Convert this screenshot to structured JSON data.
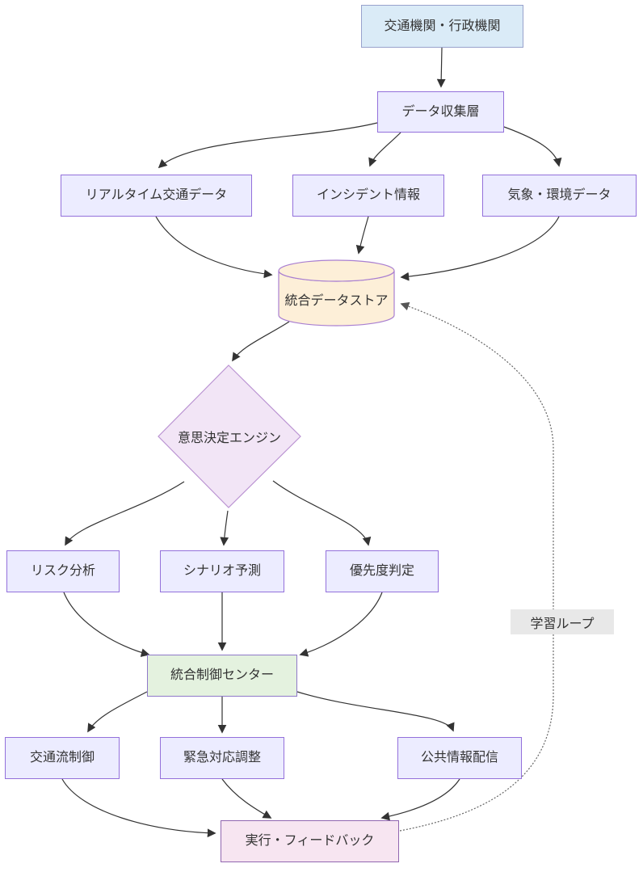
{
  "nodes": {
    "agency": {
      "label": "交通機関・行政機関",
      "fill": "#DAEBF7"
    },
    "collection": {
      "label": "データ収集層",
      "fill": "#ECECFF"
    },
    "realtime": {
      "label": "リアルタイム交通データ",
      "fill": "#ECECFF"
    },
    "incident": {
      "label": "インシデント情報",
      "fill": "#ECECFF"
    },
    "weather": {
      "label": "気象・環境データ",
      "fill": "#ECECFF"
    },
    "store": {
      "label": "統合データストア",
      "fill": "#FDEFD8",
      "shape": "cylinder"
    },
    "engine": {
      "label": "意思決定エンジン",
      "fill": "#F2E5F6",
      "shape": "diamond"
    },
    "risk": {
      "label": "リスク分析",
      "fill": "#ECECFF"
    },
    "scenario": {
      "label": "シナリオ予測",
      "fill": "#ECECFF"
    },
    "priority": {
      "label": "優先度判定",
      "fill": "#ECECFF"
    },
    "control": {
      "label": "統合制御センター",
      "fill": "#E4F2DF"
    },
    "traffic": {
      "label": "交通流制御",
      "fill": "#ECECFF"
    },
    "emergency": {
      "label": "緊急対応調整",
      "fill": "#ECECFF"
    },
    "publicinfo": {
      "label": "公共情報配信",
      "fill": "#ECECFF"
    },
    "exec": {
      "label": "実行・フィードバック",
      "fill": "#F7E5F1"
    }
  },
  "loop": {
    "label": "学習ループ"
  },
  "edges": [
    {
      "from": "交通機関・行政機関",
      "to": "データ収集層",
      "type": "solid"
    },
    {
      "from": "データ収集層",
      "to": "リアルタイム交通データ",
      "type": "solid"
    },
    {
      "from": "データ収集層",
      "to": "インシデント情報",
      "type": "solid"
    },
    {
      "from": "データ収集層",
      "to": "気象・環境データ",
      "type": "solid"
    },
    {
      "from": "リアルタイム交通データ",
      "to": "統合データストア",
      "type": "solid"
    },
    {
      "from": "インシデント情報",
      "to": "統合データストア",
      "type": "solid"
    },
    {
      "from": "気象・環境データ",
      "to": "統合データストア",
      "type": "solid"
    },
    {
      "from": "統合データストア",
      "to": "意思決定エンジン",
      "type": "solid"
    },
    {
      "from": "意思決定エンジン",
      "to": "リスク分析",
      "type": "solid"
    },
    {
      "from": "意思決定エンジン",
      "to": "シナリオ予測",
      "type": "solid"
    },
    {
      "from": "意思決定エンジン",
      "to": "優先度判定",
      "type": "solid"
    },
    {
      "from": "リスク分析",
      "to": "統合制御センター",
      "type": "solid"
    },
    {
      "from": "シナリオ予測",
      "to": "統合制御センター",
      "type": "solid"
    },
    {
      "from": "優先度判定",
      "to": "統合制御センター",
      "type": "solid"
    },
    {
      "from": "統合制御センター",
      "to": "交通流制御",
      "type": "solid"
    },
    {
      "from": "統合制御センター",
      "to": "緊急対応調整",
      "type": "solid"
    },
    {
      "from": "統合制御センター",
      "to": "公共情報配信",
      "type": "solid"
    },
    {
      "from": "交通流制御",
      "to": "実行・フィードバック",
      "type": "solid"
    },
    {
      "from": "緊急対応調整",
      "to": "実行・フィードバック",
      "type": "solid"
    },
    {
      "from": "公共情報配信",
      "to": "実行・フィードバック",
      "type": "solid"
    },
    {
      "from": "実行・フィードバック",
      "to": "統合データストア",
      "type": "dotted",
      "label": "学習ループ"
    }
  ],
  "colors": {
    "node_fill_default": "#ECECFF",
    "node_border": "#9370DB",
    "agency_fill": "#DAEBF7",
    "store_fill": "#FDEFD8",
    "engine_fill": "#F2E5F6",
    "control_fill": "#E4F2DF",
    "exec_fill": "#F7E5F1",
    "edge_stroke": "#333333",
    "dotted_edge_stroke": "#666666",
    "edge_label_bg": "#E8E8E8",
    "text": "#333333",
    "background": "#FFFFFF"
  }
}
